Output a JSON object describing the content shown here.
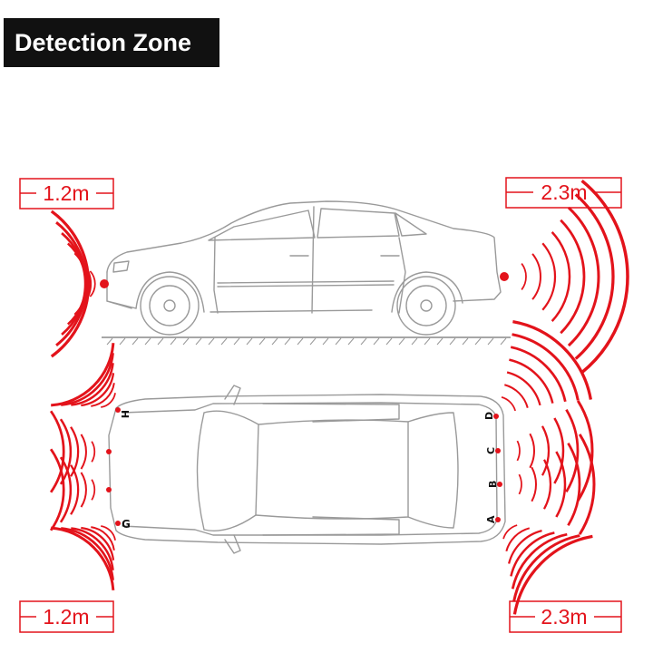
{
  "title": "Detection Zone",
  "distances": {
    "top_left": "1.2m",
    "top_right": "2.3m",
    "bottom_left": "1.2m",
    "bottom_right": "2.3m"
  },
  "sensors": {
    "front_left_corner": "H",
    "front_right_corner": "G",
    "rear_1": "D",
    "rear_2": "C",
    "rear_3": "B",
    "rear_4": "A"
  },
  "colors": {
    "accent": "#e3131b",
    "title_bg": "#111111",
    "line": "#9a9a9a"
  }
}
